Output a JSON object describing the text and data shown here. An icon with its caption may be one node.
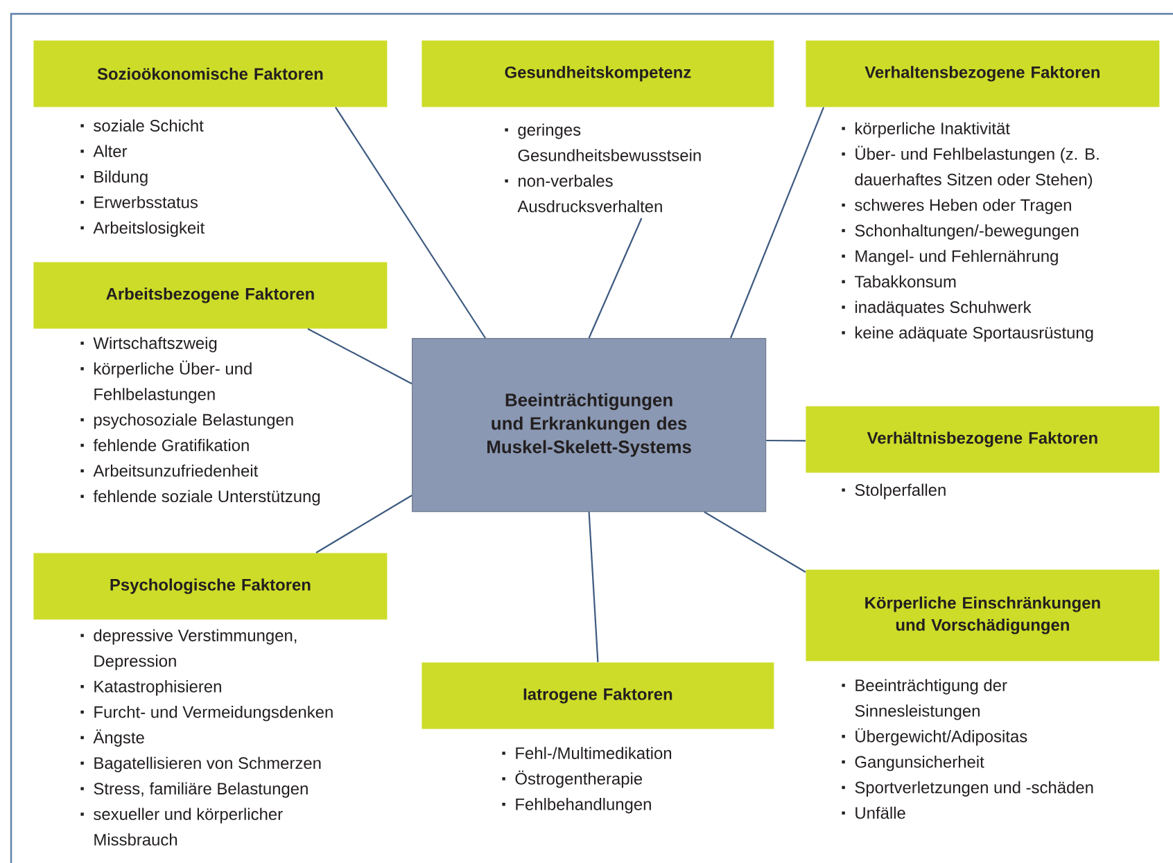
{
  "diagram": {
    "nodes": [
      {
        "text": [
          "Sozioökonomische Faktoren"
        ],
        "beside": [
          "soziale Schicht",
          "Alter",
          "Bildung",
          "Erwerbsstatus",
          "Arbeitslosigkeit"
        ]
      },
      {
        "text": [
          "Gesundheitskompetenz"
        ],
        "beside": [
          "geringes Gesundheitsbewusstsein",
          "non-verbales Ausdrucksverhalten"
        ]
      },
      {
        "text": [
          "Verhaltensbezogene Faktoren"
        ],
        "beside": [
          "körperliche Inaktivität",
          "Über- und Fehlbelastungen (z. B. dauerhaftes Sitzen oder Stehen)",
          "schweres Heben oder Tragen",
          "Schonhaltungen/-bewegungen",
          "Mangel- und Fehlernährung",
          "Tabakkonsum",
          "inadäquates Schuhwerk",
          "keine adäquate Sportausrüstung"
        ]
      },
      {
        "text": [
          "Arbeitsbezogene Faktoren"
        ],
        "beside": [
          "Wirtschaftszweig",
          "körperliche Über- und Fehlbelastungen",
          "psychosoziale Belastungen",
          "fehlende Gratifikation",
          "Arbeitsunzufriedenheit",
          "fehlende soziale Unterstützung"
        ]
      },
      {
        "text": [
          "Beeinträchtigungen und Erkrankungen des Muskel-Skelett-Systems"
        ]
      },
      {
        "text": [
          "Verhältnisbezogene Faktoren"
        ],
        "beside": [
          "Stolperfallen"
        ]
      },
      {
        "text": [
          "Psychologische Faktoren"
        ],
        "beside": [
          "depressive Verstimmungen, Depression",
          "Katastrophisieren",
          "Furcht- und Vermeidungsdenken",
          "Ängste",
          "Bagatellisieren von Schmerzen",
          "Stress, familiäre Belastungen",
          "sexueller und körperlicher Missbrauch"
        ]
      },
      {
        "text": [
          "Körperliche Einschränkungen und Vorschädigungen"
        ],
        "beside": [
          "Beeinträchtigung der Sinnesleistungen",
          "Übergewicht/Adipositas",
          "Gangunsicherheit",
          "Sportverletzungen und -schäden",
          "Unfälle"
        ]
      },
      {
        "text": [
          "Iatrogene Faktoren"
        ],
        "beside": [
          "Fehl-/Multimedikation",
          "Östrogentherapie",
          "Fehlbehandlungen"
        ]
      }
    ],
    "edges": [
      {
        "from": 4,
        "to": 0,
        "arrow": "none"
      },
      {
        "from": 4,
        "to": 1,
        "arrow": "none"
      },
      {
        "from": 4,
        "to": 2,
        "arrow": "none"
      },
      {
        "from": 4,
        "to": 3,
        "arrow": "none"
      },
      {
        "from": 4,
        "to": 5,
        "arrow": "none"
      },
      {
        "from": 4,
        "to": 6,
        "arrow": "none"
      },
      {
        "from": 4,
        "to": 7,
        "arrow": "none"
      },
      {
        "from": 4,
        "to": 8,
        "arrow": "none"
      }
    ]
  }
}
